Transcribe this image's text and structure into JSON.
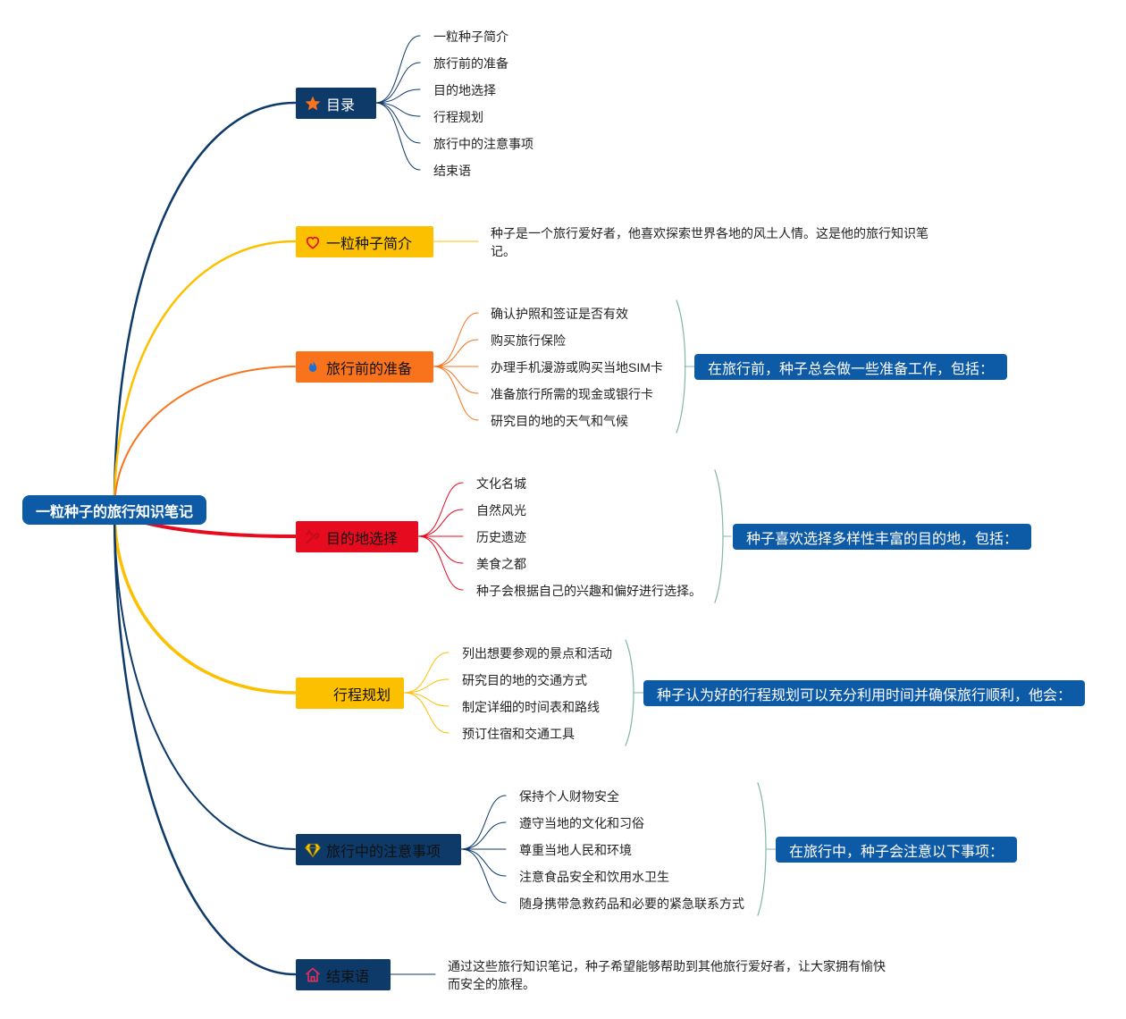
{
  "root": {
    "label": "一粒种子的旅行知识笔记"
  },
  "colors": {
    "navy": "#0e3a6a",
    "yellow": "#fcc000",
    "orange": "#f8731c",
    "red": "#e60b1f",
    "blue": "#0d5aa7",
    "teal": "#7fb8a8"
  },
  "branches": [
    {
      "label": "目录",
      "icon": "star-icon",
      "items": [
        "一粒种子简介",
        "旅行前的准备",
        "目的地选择",
        "行程规划",
        "旅行中的注意事项",
        "结束语"
      ]
    },
    {
      "label": "一粒种子简介",
      "icon": "heart-icon",
      "text": "种子是一个旅行爱好者，他喜欢探索世界各地的风土人情。这是他的旅行知识笔记。"
    },
    {
      "label": "旅行前的准备",
      "icon": "flame-icon",
      "items": [
        "确认护照和签证是否有效",
        "购买旅行保险",
        "办理手机漫游或购买当地SIM卡",
        "准备旅行所需的现金或银行卡",
        "研究目的地的天气和气候"
      ],
      "summary": "在旅行前，种子总会做一些准备工作，包括："
    },
    {
      "label": "目的地选择",
      "icon": "tools-icon",
      "items": [
        "文化名城",
        "自然风光",
        "历史遗迹",
        "美食之都",
        "种子会根据自己的兴趣和偏好进行选择。"
      ],
      "summary": "种子喜欢选择多样性丰富的目的地，包括："
    },
    {
      "label": "行程规划",
      "icon": "",
      "items": [
        "列出想要参观的景点和活动",
        "研究目的地的交通方式",
        "制定详细的时间表和路线",
        "预订住宿和交通工具"
      ],
      "summary": "种子认为好的行程规划可以充分利用时间并确保旅行顺利，他会："
    },
    {
      "label": "旅行中的注意事项",
      "icon": "diamond-icon",
      "items": [
        "保持个人财物安全",
        "遵守当地的文化和习俗",
        "尊重当地人民和环境",
        "注意食品安全和饮用水卫生",
        "随身携带急救药品和必要的紧急联系方式"
      ],
      "summary": "在旅行中，种子会注意以下事项："
    },
    {
      "label": "结束语",
      "icon": "home-icon",
      "text": "通过这些旅行知识笔记，种子希望能够帮助到其他旅行爱好者，让大家拥有愉快而安全的旅程。"
    }
  ]
}
